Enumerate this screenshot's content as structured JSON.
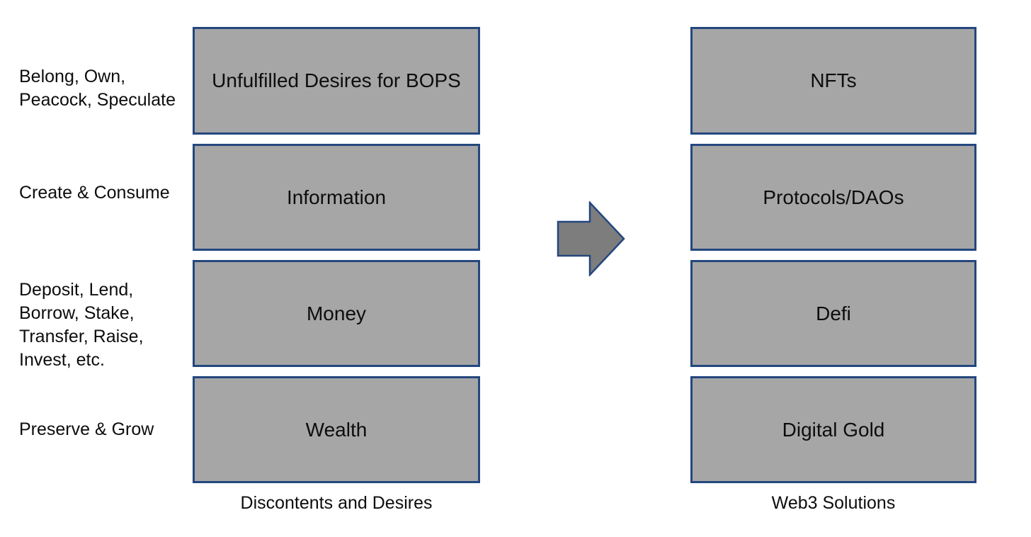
{
  "diagram": {
    "colors": {
      "background": "#ffffff",
      "box_fill": "#a6a6a6",
      "box_border": "#24477e",
      "arrow_fill": "#7d7d7d",
      "arrow_border": "#24477e",
      "text": "#0d0d0d"
    },
    "rows": [
      {
        "label": "Belong, Own,\nPeacock, Speculate",
        "left_box": "Unfulfilled Desires for BOPS",
        "right_box": "NFTs"
      },
      {
        "label": "Create & Consume",
        "left_box": "Information",
        "right_box": "Protocols/DAOs"
      },
      {
        "label": "Deposit, Lend,\nBorrow, Stake,\nTransfer, Raise,\nInvest, etc.",
        "left_box": "Money",
        "right_box": "Defi"
      },
      {
        "label": "Preserve & Grow",
        "left_box": "Wealth",
        "right_box": "Digital Gold"
      }
    ],
    "left_column_caption": "Discontents and Desires",
    "right_column_caption": "Web3 Solutions"
  }
}
